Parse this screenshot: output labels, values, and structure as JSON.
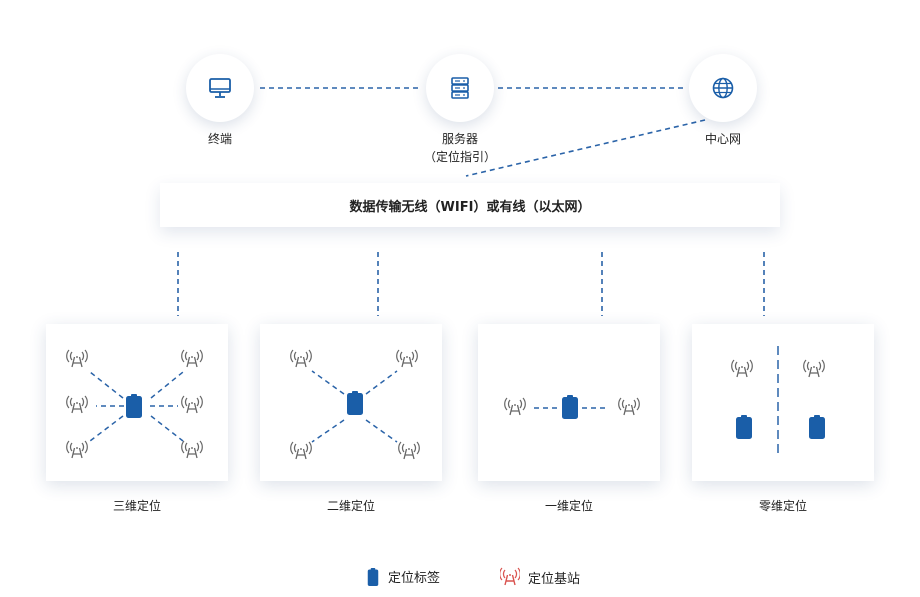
{
  "nodes": {
    "terminal": {
      "label": "终端"
    },
    "server": {
      "label": "服务器",
      "sublabel": "（定位指引）"
    },
    "center": {
      "label": "中心网"
    }
  },
  "transport": {
    "label": "数据传输无线（WIFI）或有线（以太网）"
  },
  "modes": [
    {
      "label": "三维定位"
    },
    {
      "label": "二维定位"
    },
    {
      "label": "一维定位"
    },
    {
      "label": "零维定位"
    }
  ],
  "legend": {
    "tag": "定位标签",
    "station": "定位基站"
  },
  "colors": {
    "blue": "#1a5ea8",
    "dash": "#2a63a8",
    "icon_gray": "#666666",
    "legend_red": "#d9534f"
  }
}
